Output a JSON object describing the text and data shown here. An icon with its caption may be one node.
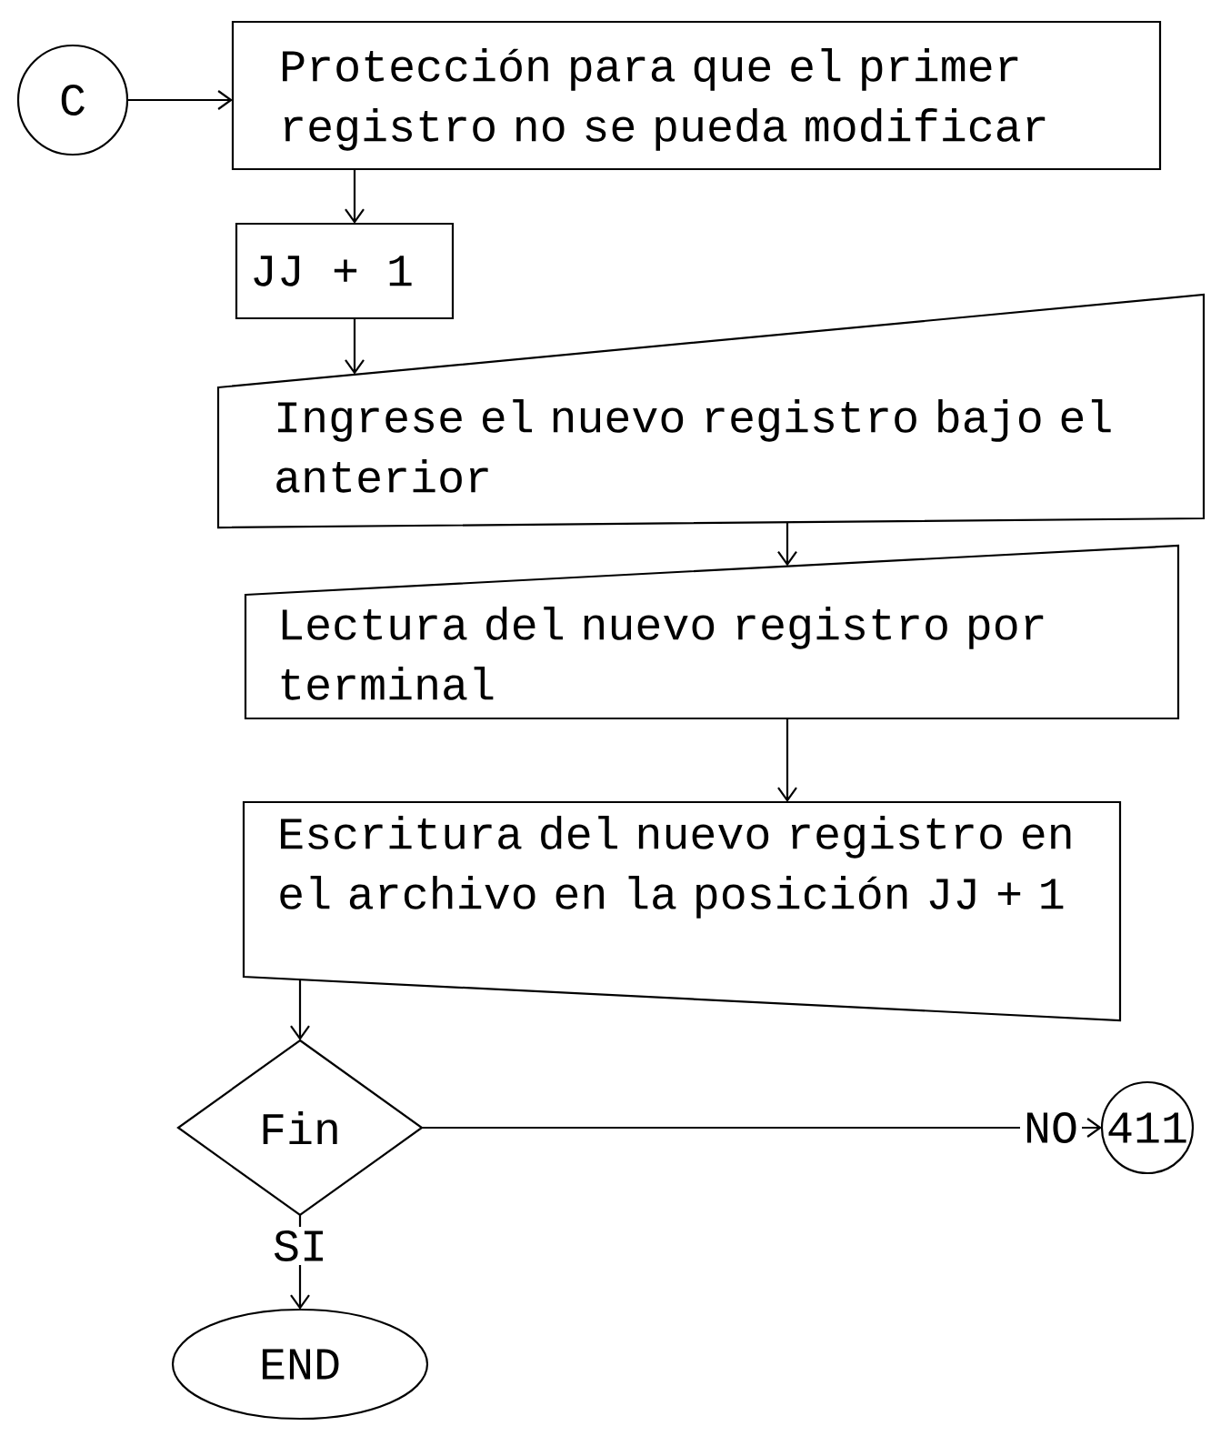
{
  "diagram": {
    "nodes": [
      {
        "text": [
          "C"
        ]
      },
      {
        "text": [
          "Protección para que el primer registro no se pueda modificar"
        ]
      },
      {
        "text": [
          "JJ + 1"
        ]
      },
      {
        "text": [
          "Ingrese el nuevo registro bajo el anterior"
        ]
      },
      {
        "text": [
          "Lectura del nuevo registro por terminal"
        ]
      },
      {
        "text": [
          "Escritura del nuevo registro en el archivo en la posición JJ + 1"
        ]
      },
      {
        "text": [
          "Fin"
        ]
      },
      {
        "text": [
          "411"
        ]
      },
      {
        "text": [
          "END"
        ]
      }
    ],
    "edges": [
      {
        "from": 0,
        "to": 1,
        "arrow": "to"
      },
      {
        "from": 1,
        "to": 2,
        "arrow": "to"
      },
      {
        "from": 2,
        "to": 3,
        "arrow": "to"
      },
      {
        "from": 3,
        "to": 4,
        "arrow": "to"
      },
      {
        "from": 4,
        "to": 5,
        "arrow": "to"
      },
      {
        "from": 5,
        "to": 6,
        "arrow": "to"
      },
      {
        "from": 6,
        "to": 7,
        "arrow": "to",
        "label": "NO"
      },
      {
        "from": 6,
        "to": 8,
        "arrow": "to",
        "label": "SI"
      }
    ]
  }
}
